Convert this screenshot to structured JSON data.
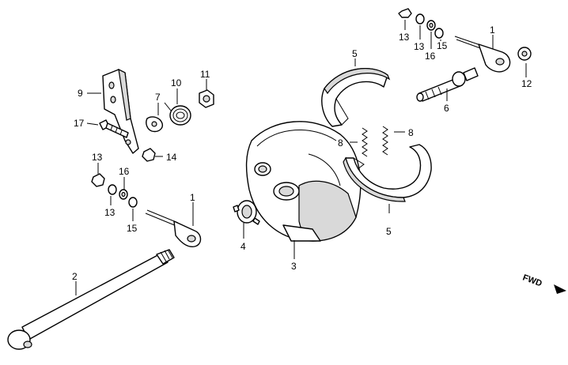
{
  "diagram": {
    "labels": {
      "l1_top": "1",
      "l1_bottom": "1",
      "l2": "2",
      "l3": "3",
      "l4": "4",
      "l5_top": "5",
      "l5_bottom": "5",
      "l6": "6",
      "l7": "7",
      "l8_left": "8",
      "l8_right": "8",
      "l9": "9",
      "l10": "10",
      "l11": "11",
      "l12": "12",
      "l13_a": "13",
      "l13_b": "13",
      "l13_c": "13",
      "l13_d": "13",
      "l14": "14",
      "l15_top": "15",
      "l15_bottom": "15",
      "l16_top": "16",
      "l16_bottom": "16",
      "l17": "17"
    },
    "direction_label": "FWD"
  }
}
